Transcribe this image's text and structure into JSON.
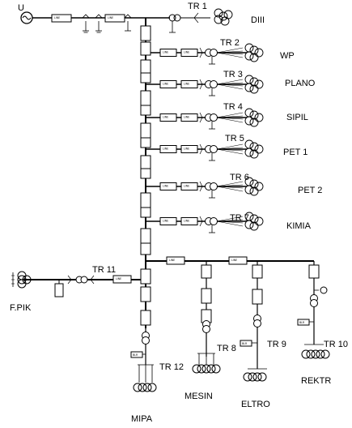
{
  "source_label": "U",
  "line_box_text": "LINE",
  "load_box_text": "BLR",
  "feeders": [
    {
      "tr": "TR 1",
      "name": "DIII"
    },
    {
      "tr": "TR 2",
      "name": "WP"
    },
    {
      "tr": "TR 3",
      "name": "PLANO"
    },
    {
      "tr": "TR 4",
      "name": "SIPIL"
    },
    {
      "tr": "TR 5",
      "name": "PET 1"
    },
    {
      "tr": "TR 6",
      "name": "PET 2"
    },
    {
      "tr": "TR 7",
      "name": "KIMIA"
    }
  ],
  "bottom": [
    {
      "tr": "TR 11",
      "name": "F.PIK"
    },
    {
      "tr": "TR 12",
      "name": "MIPA"
    },
    {
      "tr": "TR 8",
      "name": "MESIN"
    },
    {
      "tr": "TR 9",
      "name": "ELTRO"
    },
    {
      "tr": "TR 10",
      "name": "REKTR"
    }
  ]
}
